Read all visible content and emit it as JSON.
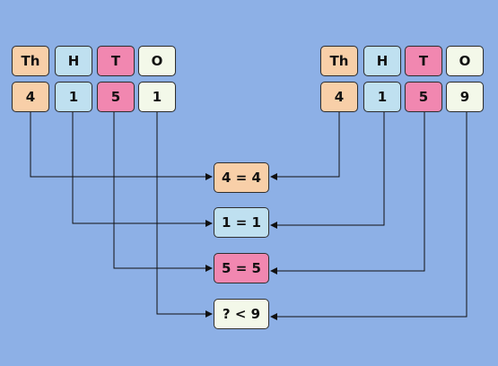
{
  "place_headers": [
    "Th",
    "H",
    "T",
    "O"
  ],
  "left_digits": [
    "4",
    "1",
    "5",
    "1"
  ],
  "right_digits": [
    "4",
    "1",
    "5",
    "9"
  ],
  "comparisons": [
    "4 = 4",
    "1 = 1",
    "5 = 5",
    "? < 9"
  ],
  "colors": {
    "background": "#8db0e6",
    "thousands": "#f8cfa8",
    "hundreds": "#bfe0f0",
    "tens": "#f187b0",
    "ones": "#f3f8e9",
    "line": "#111111"
  }
}
